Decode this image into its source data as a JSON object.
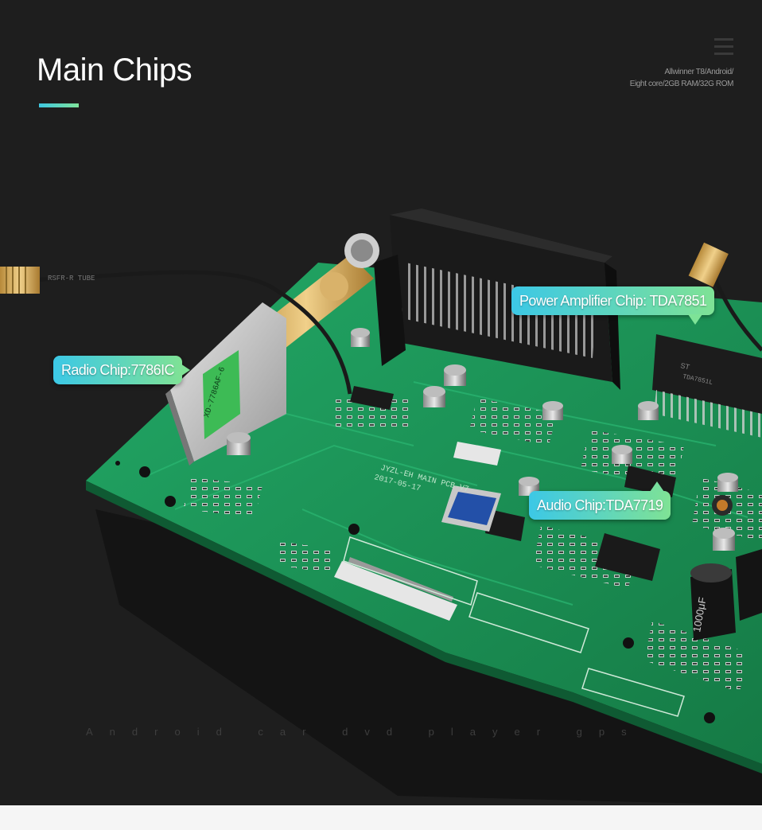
{
  "header": {
    "title": "Main Chips",
    "spec_line_1": "Allwinner T8/Android/",
    "spec_line_2": "Eight core/2GB RAM/32G ROM"
  },
  "callouts": {
    "radio": "Radio Chip:7786IC",
    "power": "Power  Amplifier Chip: TDA7851",
    "audio": "Audio Chip:TDA7719"
  },
  "board_labels": {
    "rf_cable": "RSFR-R TUBE",
    "tuner_module": "XD-7786AF-6",
    "pcb_name": "JYZL-EH MAIN PCB-V7",
    "pcb_date": "2017-05-17",
    "amp_chip_brand": "ST",
    "amp_chip_part": "TDA7851L",
    "capacitor": "1000μF"
  },
  "footer": {
    "tagline": "Android car dvd player gps"
  },
  "colors": {
    "background": "#1e1e1e",
    "pcb_green": "#1f9a5a",
    "accent_start": "#3cc8e6",
    "accent_end": "#7fe295"
  }
}
